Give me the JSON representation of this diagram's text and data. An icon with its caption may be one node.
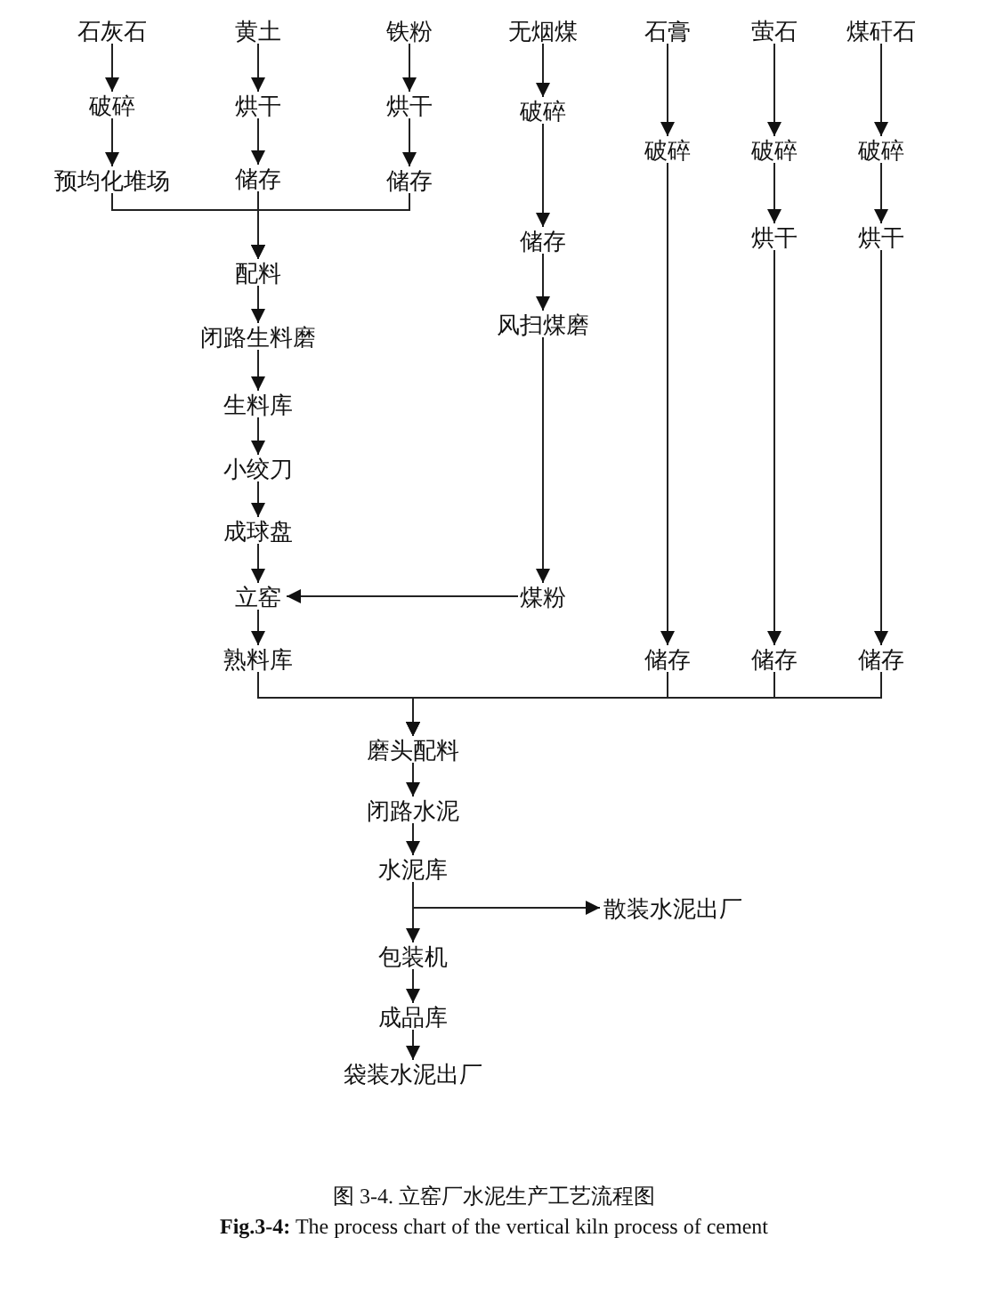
{
  "diagram": {
    "caption": "图 3-4. 立窑厂水泥生产工艺流程图",
    "nodes": [
      {
        "text": [
          "石灰石"
        ]
      },
      {
        "text": [
          "黄土"
        ]
      },
      {
        "text": [
          "铁粉"
        ]
      },
      {
        "text": [
          "无烟煤"
        ]
      },
      {
        "text": [
          "石膏"
        ]
      },
      {
        "text": [
          "萤石"
        ]
      },
      {
        "text": [
          "煤矸石"
        ]
      },
      {
        "text": [
          "破碎"
        ]
      },
      {
        "text": [
          "烘干"
        ]
      },
      {
        "text": [
          "烘干"
        ]
      },
      {
        "text": [
          "破碎"
        ]
      },
      {
        "text": [
          "破碎"
        ]
      },
      {
        "text": [
          "破碎"
        ]
      },
      {
        "text": [
          "破碎"
        ]
      },
      {
        "text": [
          "预均化堆场"
        ]
      },
      {
        "text": [
          "储存"
        ]
      },
      {
        "text": [
          "储存"
        ]
      },
      {
        "text": [
          "储存"
        ]
      },
      {
        "text": [
          "烘干"
        ]
      },
      {
        "text": [
          "烘干"
        ]
      },
      {
        "text": [
          "配料"
        ]
      },
      {
        "text": [
          "风扫煤磨"
        ]
      },
      {
        "text": [
          "闭路生料磨"
        ]
      },
      {
        "text": [
          "生料库"
        ]
      },
      {
        "text": [
          "小绞刀"
        ]
      },
      {
        "text": [
          "成球盘"
        ]
      },
      {
        "text": [
          "立窑"
        ]
      },
      {
        "text": [
          "煤粉"
        ]
      },
      {
        "text": [
          "熟料库"
        ]
      },
      {
        "text": [
          "储存"
        ]
      },
      {
        "text": [
          "储存"
        ]
      },
      {
        "text": [
          "储存"
        ]
      },
      {
        "text": [
          "磨头配料"
        ]
      },
      {
        "text": [
          "闭路水泥"
        ]
      },
      {
        "text": [
          "水泥库"
        ]
      },
      {
        "text": [
          "散装水泥出厂"
        ]
      },
      {
        "text": [
          "包装机"
        ]
      },
      {
        "text": [
          "成品库"
        ]
      },
      {
        "text": [
          "袋装水泥出厂"
        ]
      }
    ],
    "edges": [
      {
        "from": 0,
        "to": 7,
        "arrow": "to"
      },
      {
        "from": 7,
        "to": 14,
        "arrow": "to"
      },
      {
        "from": 1,
        "to": 8,
        "arrow": "to"
      },
      {
        "from": 8,
        "to": 15,
        "arrow": "to"
      },
      {
        "from": 2,
        "to": 9,
        "arrow": "to"
      },
      {
        "from": 9,
        "to": 16,
        "arrow": "to"
      },
      {
        "from": 14,
        "to": 20,
        "arrow": "to"
      },
      {
        "from": 15,
        "to": 20,
        "arrow": "to"
      },
      {
        "from": 16,
        "to": 20,
        "arrow": "to"
      },
      {
        "from": 20,
        "to": 22,
        "arrow": "to"
      },
      {
        "from": 22,
        "to": 23,
        "arrow": "to"
      },
      {
        "from": 23,
        "to": 24,
        "arrow": "to"
      },
      {
        "from": 24,
        "to": 25,
        "arrow": "to"
      },
      {
        "from": 25,
        "to": 26,
        "arrow": "to"
      },
      {
        "from": 26,
        "to": 28,
        "arrow": "to"
      },
      {
        "from": 3,
        "to": 10,
        "arrow": "to"
      },
      {
        "from": 10,
        "to": 17,
        "arrow": "to"
      },
      {
        "from": 17,
        "to": 21,
        "arrow": "to"
      },
      {
        "from": 21,
        "to": 27,
        "arrow": "to"
      },
      {
        "from": 27,
        "to": 26,
        "arrow": "to"
      },
      {
        "from": 4,
        "to": 11,
        "arrow": "to"
      },
      {
        "from": 11,
        "to": 29,
        "arrow": "to"
      },
      {
        "from": 5,
        "to": 12,
        "arrow": "to"
      },
      {
        "from": 12,
        "to": 18,
        "arrow": "to"
      },
      {
        "from": 18,
        "to": 30,
        "arrow": "to"
      },
      {
        "from": 6,
        "to": 13,
        "arrow": "to"
      },
      {
        "from": 13,
        "to": 19,
        "arrow": "to"
      },
      {
        "from": 19,
        "to": 31,
        "arrow": "to"
      },
      {
        "from": 28,
        "to": 32,
        "arrow": "to"
      },
      {
        "from": 29,
        "to": 32,
        "arrow": "to"
      },
      {
        "from": 30,
        "to": 32,
        "arrow": "to"
      },
      {
        "from": 31,
        "to": 32,
        "arrow": "to"
      },
      {
        "from": 32,
        "to": 33,
        "arrow": "to"
      },
      {
        "from": 33,
        "to": 34,
        "arrow": "to"
      },
      {
        "from": 34,
        "to": 35,
        "arrow": "to"
      },
      {
        "from": 34,
        "to": 36,
        "arrow": "to"
      },
      {
        "from": 36,
        "to": 37,
        "arrow": "to"
      },
      {
        "from": 37,
        "to": 38,
        "arrow": "to"
      }
    ],
    "labels": [
      "**Fig.3-4:** The process chart of the vertical kiln process of cement"
    ]
  }
}
